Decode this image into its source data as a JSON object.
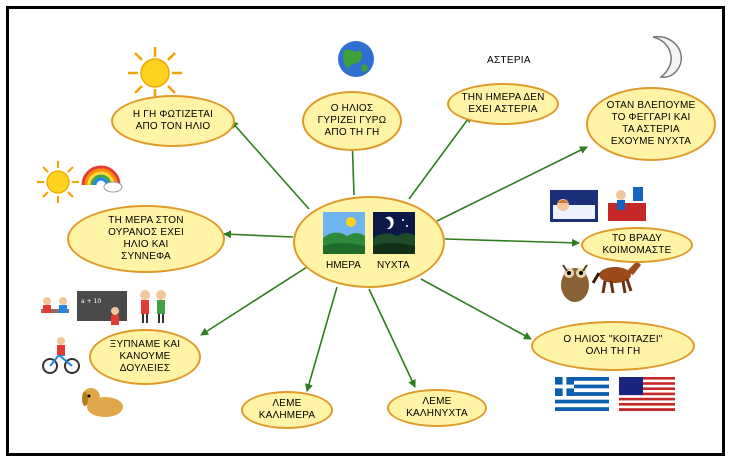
{
  "center": {
    "left_label": "ΗΜΕΡΑ",
    "right_label": "ΝΥΧΤΑ"
  },
  "nodes": [
    {
      "id": "sun-lights",
      "text": "Η ΓΗ ΦΩΤΙΖΕΤΑΙ\nΑΠΟ ΤΟΝ ΗΛΙΟ"
    },
    {
      "id": "sun-turns",
      "text": "Ο ΗΛΙΟΣ\nΓΥΡΙΖΕΙ ΓΥΡΩ\nΑΠΟ ΤΗ ΓΗ"
    },
    {
      "id": "no-stars",
      "text": "ΤΗΝ ΗΜΕΡΑ ΔΕΝ\nΕΧΕΙ ΑΣΤΕΡΙΑ"
    },
    {
      "id": "moon-stars",
      "text": "ΟΤΑΝ ΒΛΕΠΟΥΜΕ\nΤΟ ΦΕΓΓΑΡΙ ΚΑΙ\nΤΑ ΑΣΤΕΡΙΑ\nΕΧΟΥΜΕ ΝΥΧΤΑ"
    },
    {
      "id": "sky-sun-clouds",
      "text": "ΤΗ ΜΕΡΑ ΣΤΟΝ\nΟΥΡΑΝΟΣ ΕΧΕΙ\nΗΛΙΟ ΚΑΙ\nΣΥΝΝΕΦΑ"
    },
    {
      "id": "sleep",
      "text": "ΤΟ ΒΡΑΔΥ\nΚΟΙΜΟΜΑΣΤΕ"
    },
    {
      "id": "wake-work",
      "text": "ΞΥΠΝΑΜΕ ΚΑΙ\nΚΑΝΟΥΜΕ\nΔΟΥΛΕΙΕΣ"
    },
    {
      "id": "sun-looks",
      "text": "Ο ΗΛΙΟΣ \"ΚΟΙΤΑΖΕΙ\"\nΟΛΗ ΤΗ ΓΗ"
    },
    {
      "id": "good-morning",
      "text": "ΛΕΜΕ\nΚΑΛΗΜΕΡΑ"
    },
    {
      "id": "good-night",
      "text": "ΛΕΜΕ\nΚΑΛΗΝΥΧΤΑ"
    }
  ],
  "stars_label": "ΑΣΤΕΡΙΑ",
  "colors": {
    "node_fill": "#fff3a6",
    "node_border": "#e09a2a",
    "arrow": "#2e7d1e"
  },
  "icons": [
    "sun-icon",
    "globe-icon",
    "moon-icon",
    "rainbow-icon",
    "owl-icon",
    "horse-icon",
    "dog-icon",
    "greek-flag-icon",
    "us-flag-icon"
  ]
}
